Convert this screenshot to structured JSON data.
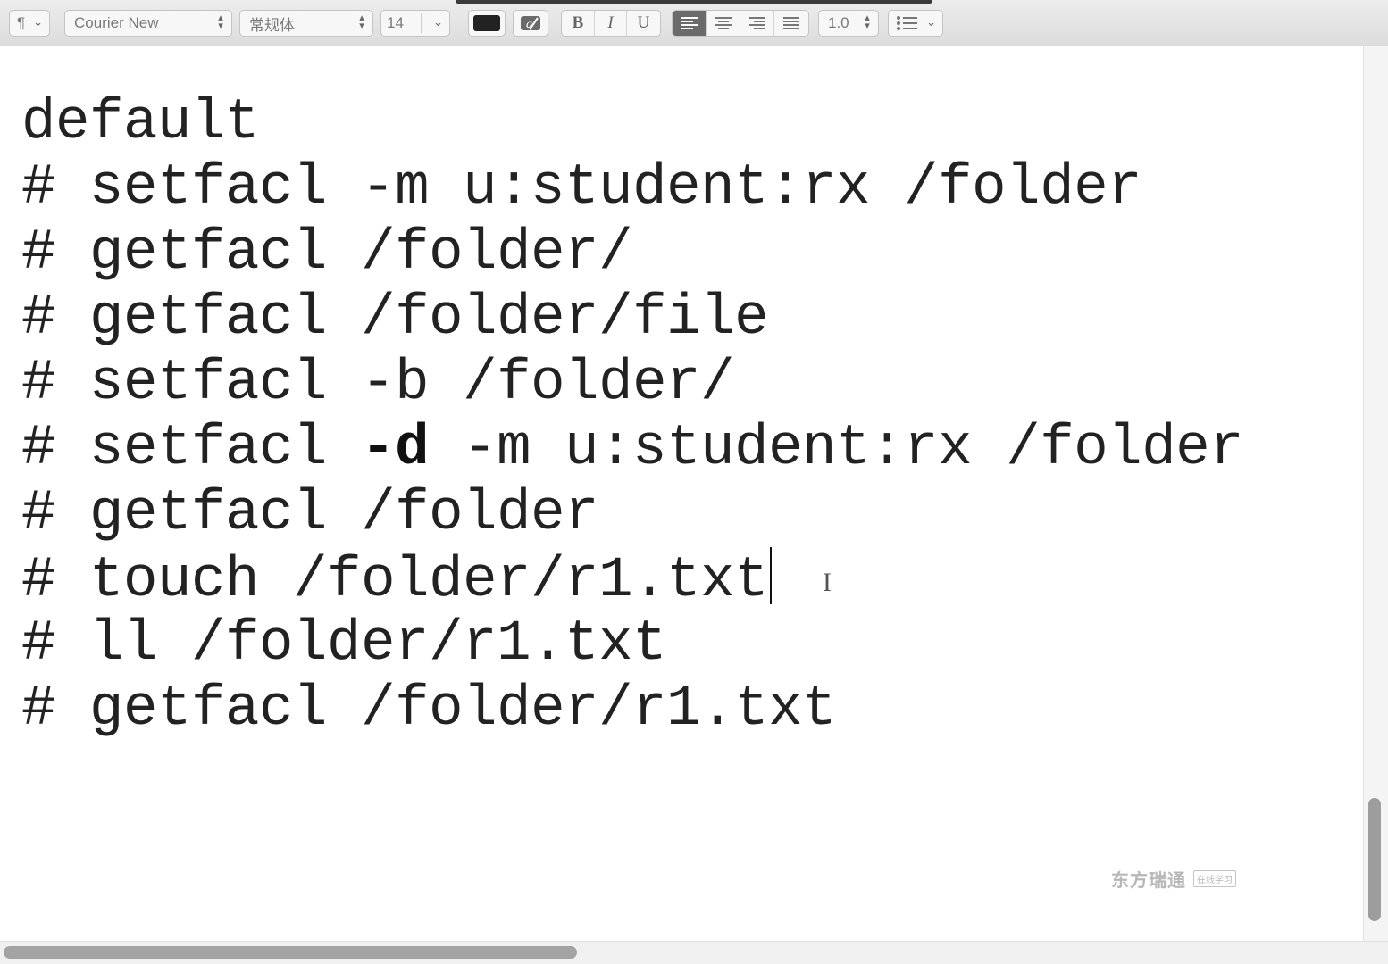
{
  "toolbar": {
    "paragraph_style_glyph": "¶",
    "font_family": "Courier New",
    "font_style": "常规体",
    "font_size": "14",
    "line_spacing": "1.0",
    "bold_label": "B",
    "italic_label": "I",
    "underline_label": "U",
    "text_color": "#222222",
    "icons": {
      "paragraph": "paragraph-style-icon",
      "highlight": "highlight-pen-icon",
      "align_left": "align-left-icon",
      "align_center": "align-center-icon",
      "align_right": "align-right-icon",
      "align_justify": "align-justify-icon",
      "list": "bullet-list-icon"
    },
    "active_alignment": "left"
  },
  "document": {
    "lines": [
      {
        "prefix": "",
        "pre": "default",
        "bold": "",
        "post": ""
      },
      {
        "prefix": "# ",
        "pre": "setfacl -m u:student:rx /folder",
        "bold": "",
        "post": ""
      },
      {
        "prefix": "# ",
        "pre": "getfacl /folder/",
        "bold": "",
        "post": ""
      },
      {
        "prefix": "# ",
        "pre": "getfacl /folder/file",
        "bold": "",
        "post": ""
      },
      {
        "prefix": "# ",
        "pre": "setfacl -b /folder/",
        "bold": "",
        "post": ""
      },
      {
        "prefix": "# ",
        "pre": "setfacl ",
        "bold": "-d",
        "post": " -m u:student:rx /folder"
      },
      {
        "prefix": "# ",
        "pre": "getfacl /folder",
        "bold": "",
        "post": ""
      },
      {
        "prefix": "# ",
        "pre": "touch /folder/r1.txt",
        "bold": "",
        "post": ""
      },
      {
        "prefix": "# ",
        "pre": "ll /folder/r1.txt",
        "bold": "",
        "post": ""
      },
      {
        "prefix": "# ",
        "pre": "getfacl /folder/r1.txt",
        "bold": "",
        "post": ""
      }
    ],
    "cursor_line": 7
  },
  "watermark": {
    "text": "东方瑞通",
    "sub": "在线学习"
  }
}
